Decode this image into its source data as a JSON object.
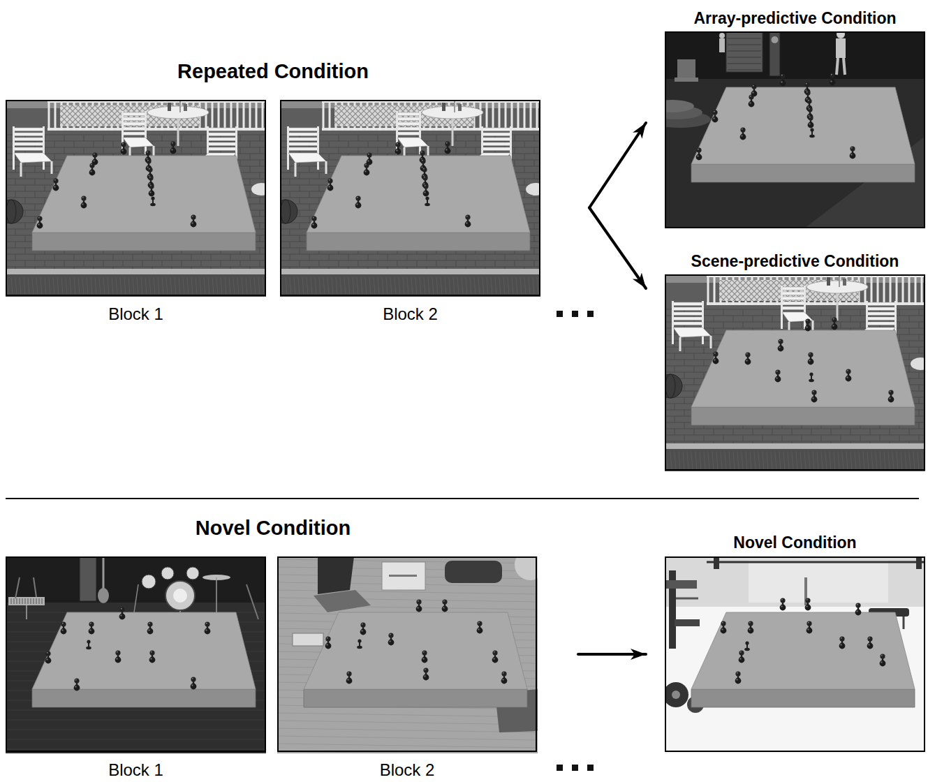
{
  "diagram": {
    "nodes": [
      {
        "text": [
          "Block 1"
        ]
      },
      {
        "text": [
          "Block 2"
        ]
      },
      {
        "text": [
          "Array-predictive Condition"
        ]
      },
      {
        "text": [
          "Scene-predictive Condition"
        ]
      },
      {
        "text": [
          "Block 1"
        ]
      },
      {
        "text": [
          "Block 2"
        ]
      },
      {
        "text": [
          "Novel Condition"
        ]
      }
    ],
    "edges": [
      {
        "from": 1,
        "to": 2,
        "arrow": "to"
      },
      {
        "from": 1,
        "to": 3,
        "arrow": "to"
      },
      {
        "from": 5,
        "to": 6,
        "arrow": "to"
      }
    ],
    "labels": [
      "Repeated Condition",
      "Novel Condition"
    ]
  }
}
